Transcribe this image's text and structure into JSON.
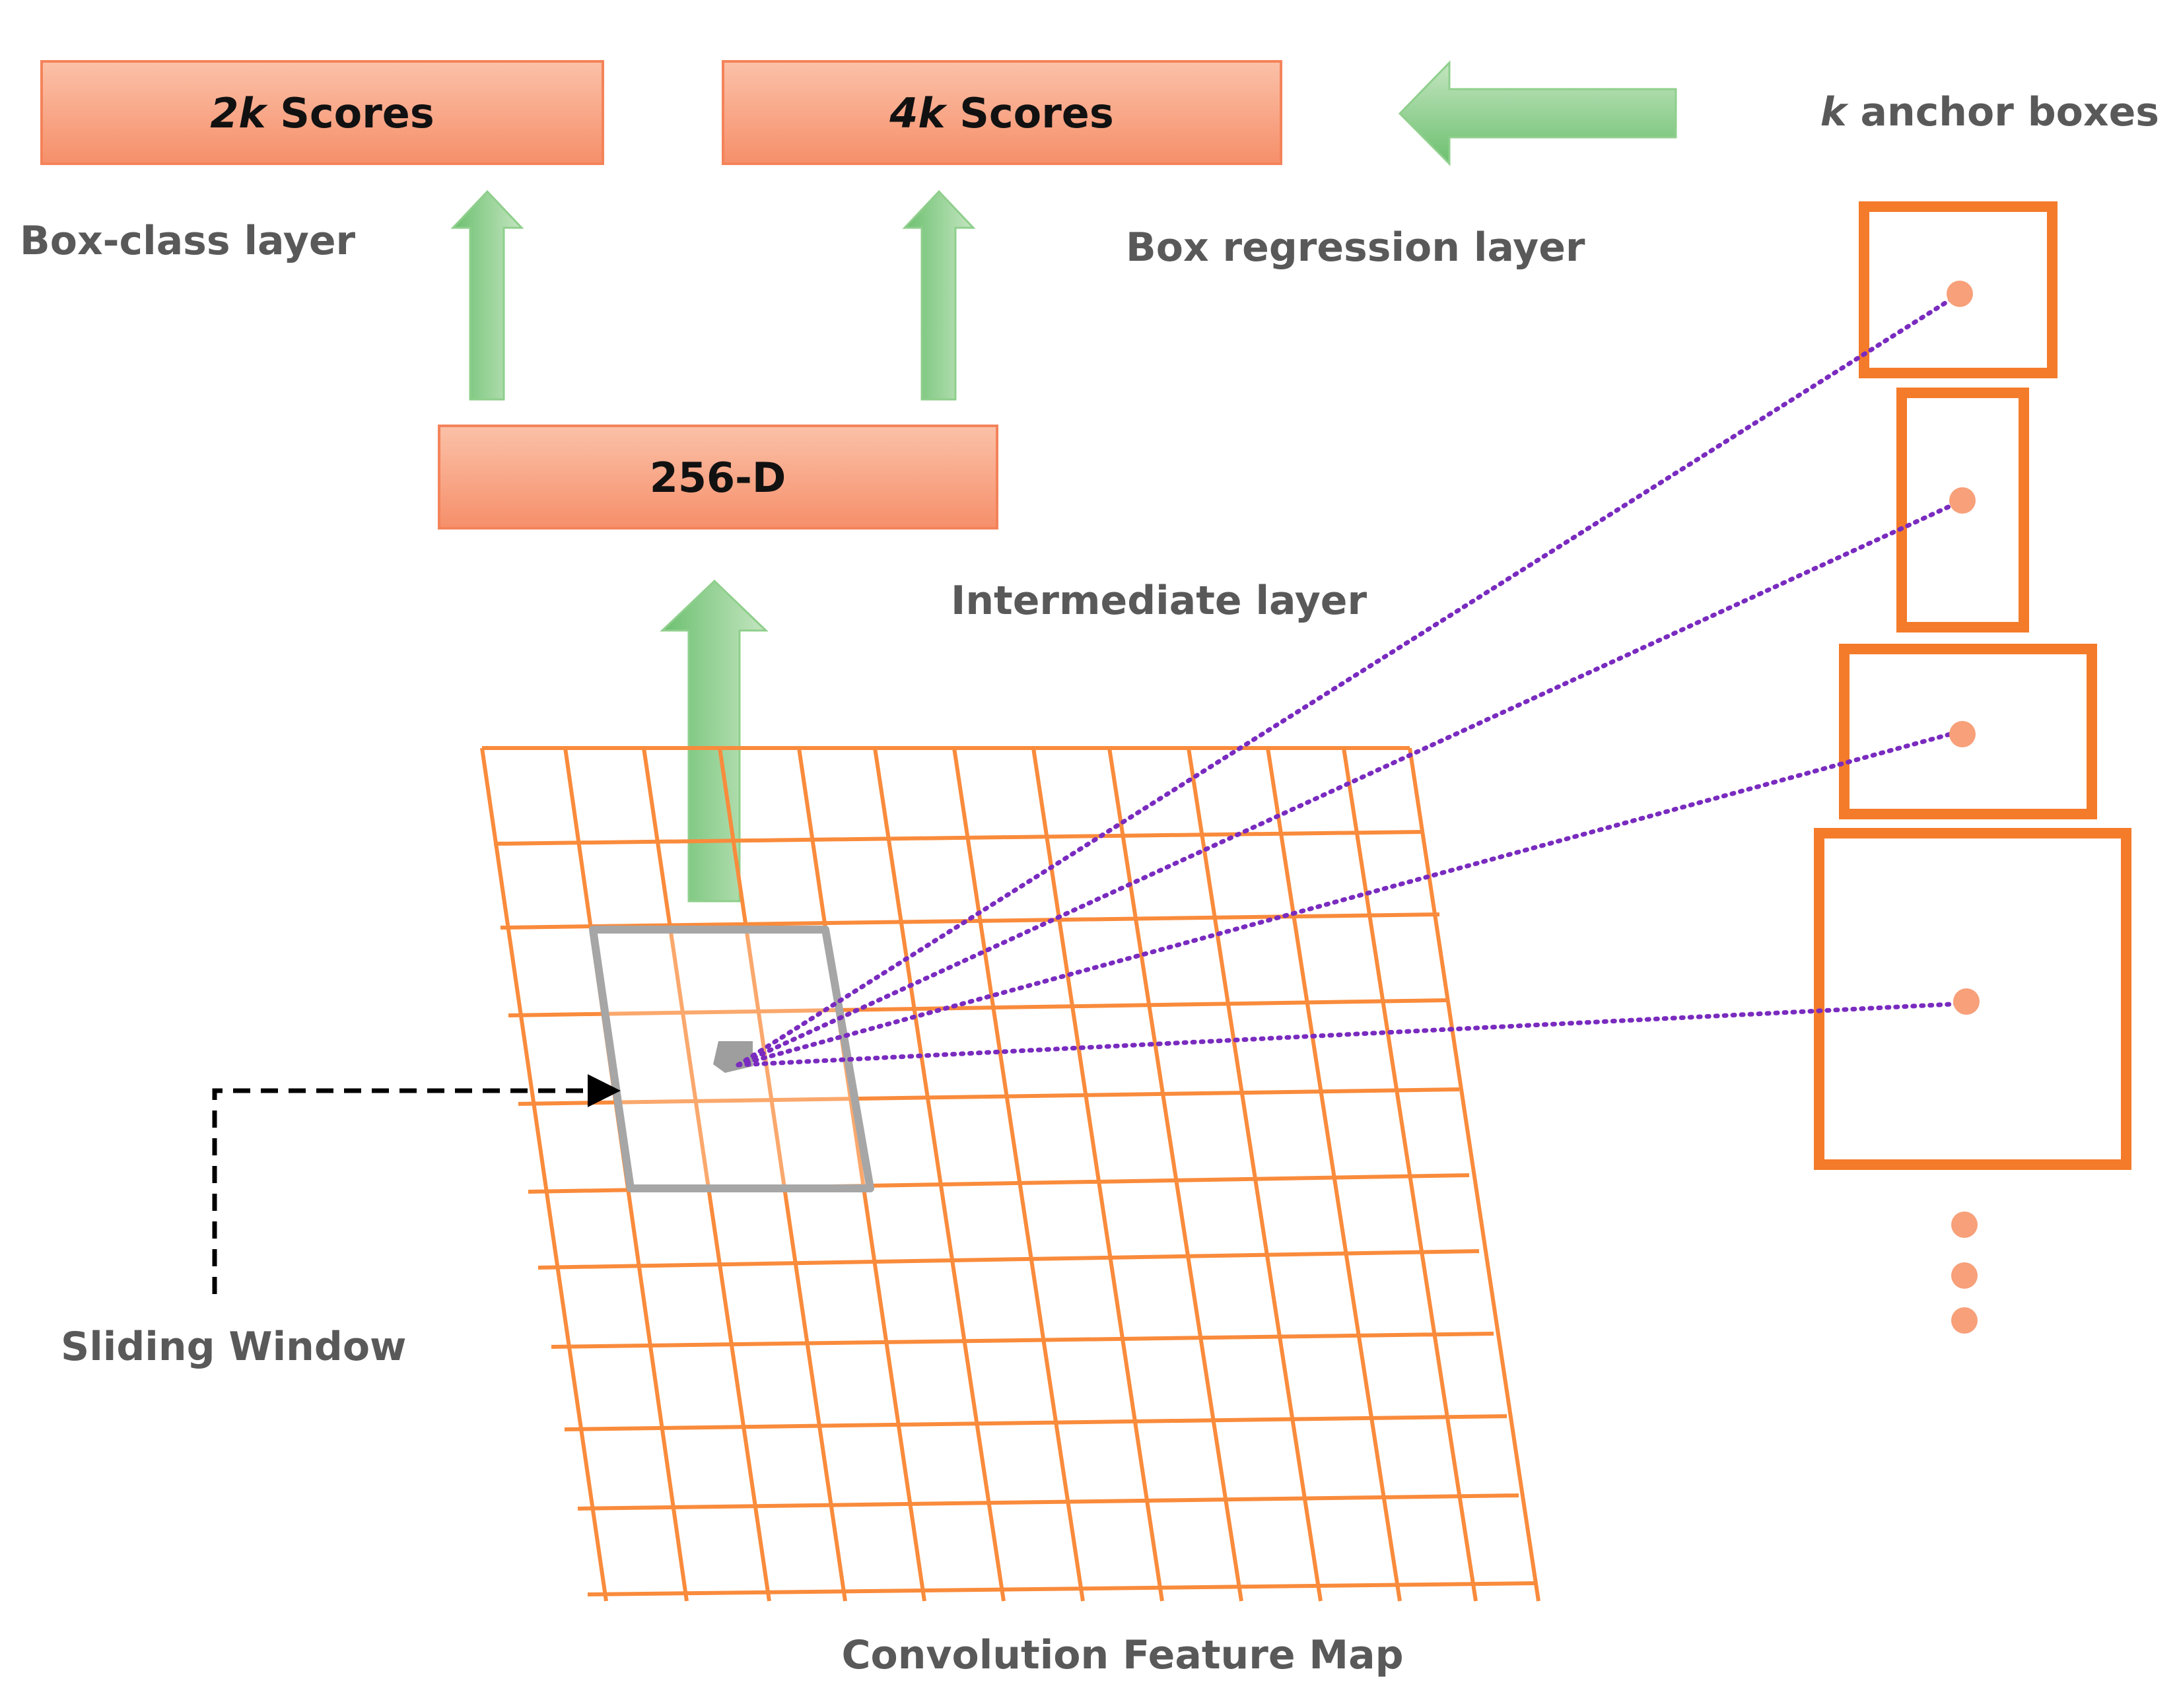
{
  "boxes": {
    "box_class_scores": {
      "label_prefix": "2k",
      "label_suffix": " Scores"
    },
    "box_regression_scores": {
      "label_prefix": "4k",
      "label_suffix": " Scores"
    },
    "intermediate": {
      "label": "256-D"
    }
  },
  "labels": {
    "box_class_layer": "Box-class layer",
    "box_regression_layer": "Box regression layer",
    "intermediate_layer": "Intermediate layer",
    "anchor_boxes_prefix": "k",
    "anchor_boxes_suffix": " anchor boxes",
    "sliding_window": "Sliding Window",
    "feature_map": "Convolution Feature Map"
  },
  "colors": {
    "box_fill_light": "#fbb79c",
    "box_fill_dark": "#f68f6a",
    "box_stroke": "#f4835a",
    "arrow_green_light": "#c4e5c0",
    "arrow_green_dark": "#6cc070",
    "grid_orange": "#f98b3c",
    "anchor_orange": "#f47b2a",
    "dot_orange": "#f7a07a",
    "dotted_purple": "#7a2bbf",
    "window_gray": "#a6a6a6",
    "label_gray": "#595959"
  }
}
